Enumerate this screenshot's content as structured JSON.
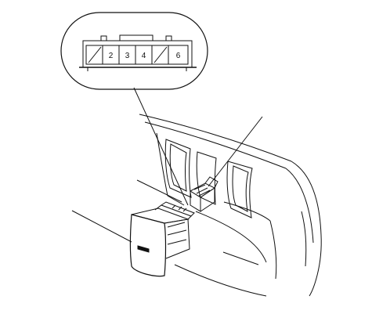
{
  "diagram": {
    "connector_pins": [
      {
        "label": ""
      },
      {
        "label": "2"
      },
      {
        "label": "3"
      },
      {
        "label": "4"
      },
      {
        "label": ""
      },
      {
        "label": "6"
      }
    ]
  },
  "colors": {
    "line": "#111111",
    "background": "#ffffff"
  }
}
